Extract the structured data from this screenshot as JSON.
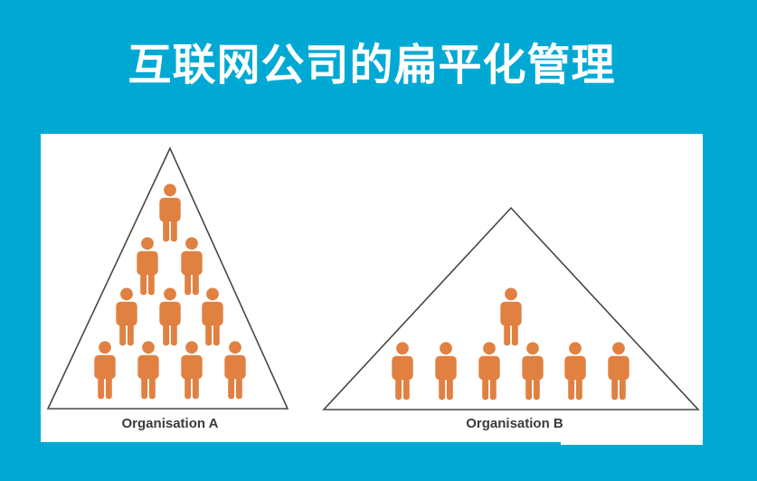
{
  "title": "互联网公司的扁平化管理",
  "colors": {
    "background": "#00a9d4",
    "panel": "#ffffff",
    "figure": "#e08142",
    "triangle_outline": "#4a473f",
    "label_text": "#3a3a3a",
    "title_text": "#ffffff"
  },
  "diagram": {
    "organisations": [
      {
        "id": "A",
        "label": "Organisation A",
        "structure": "tall hierarchical pyramid",
        "rows": [
          1,
          2,
          3,
          4
        ],
        "total_people": 10
      },
      {
        "id": "B",
        "label": "Organisation B",
        "structure": "flat wide triangle",
        "rows": [
          1,
          6
        ],
        "total_people": 7
      }
    ]
  }
}
